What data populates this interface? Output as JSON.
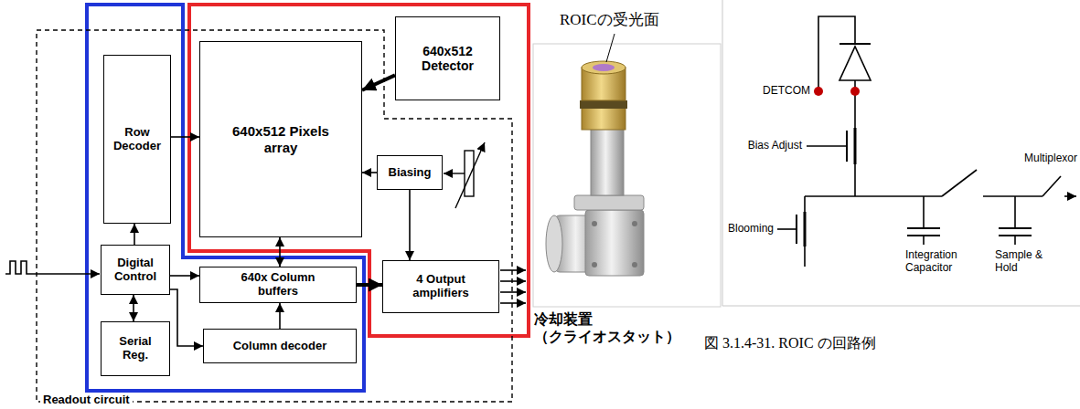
{
  "diagram": {
    "caption": "図 3.1.4-31. ROIC の回路例",
    "nodes": [
      {
        "text": [
          "Readout circuit"
        ]
      },
      {
        "text": [
          "Row Decoder"
        ],
        "in": 0
      },
      {
        "text": [
          "640x512 Pixels array"
        ],
        "in": 0
      },
      {
        "text": [
          "640x512 Detector"
        ]
      },
      {
        "text": [
          "Biasing"
        ],
        "in": 0
      },
      {
        "text": [
          "Digital Control"
        ],
        "in": 0
      },
      {
        "text": [
          "640x Column buffers"
        ],
        "in": 0
      },
      {
        "text": [
          "4 Output amplifiers"
        ],
        "in": 0
      },
      {
        "text": [
          "Serial Reg."
        ],
        "in": 0
      },
      {
        "text": [
          "Column decoder"
        ],
        "in": 0
      }
    ],
    "edges": [
      {
        "from": 3,
        "to": 2,
        "arrow": "to"
      },
      {
        "from": 1,
        "to": 2,
        "arrow": "to"
      },
      {
        "from": 5,
        "to": 1,
        "arrow": "to"
      },
      {
        "from": 5,
        "to": 8,
        "arrow": "both"
      },
      {
        "from": 5,
        "to": 6,
        "arrow": "to"
      },
      {
        "from": 9,
        "to": 6,
        "arrow": "to"
      },
      {
        "from": 5,
        "to": 9,
        "arrow": "to"
      },
      {
        "from": 2,
        "to": 6,
        "arrow": "both"
      },
      {
        "from": 6,
        "to": 7,
        "arrow": "to"
      },
      {
        "from": 4,
        "to": 2,
        "arrow": "to"
      },
      {
        "from": 4,
        "to": 7,
        "arrow": "to"
      }
    ],
    "labels": [
      "ROICの受光面",
      "冷却装置 （クライオスタット）",
      "DETCOM",
      "Bias Adjust",
      "Blooming",
      "Integration Capacitor",
      "Sample & Hold",
      "Multiplexor"
    ]
  }
}
